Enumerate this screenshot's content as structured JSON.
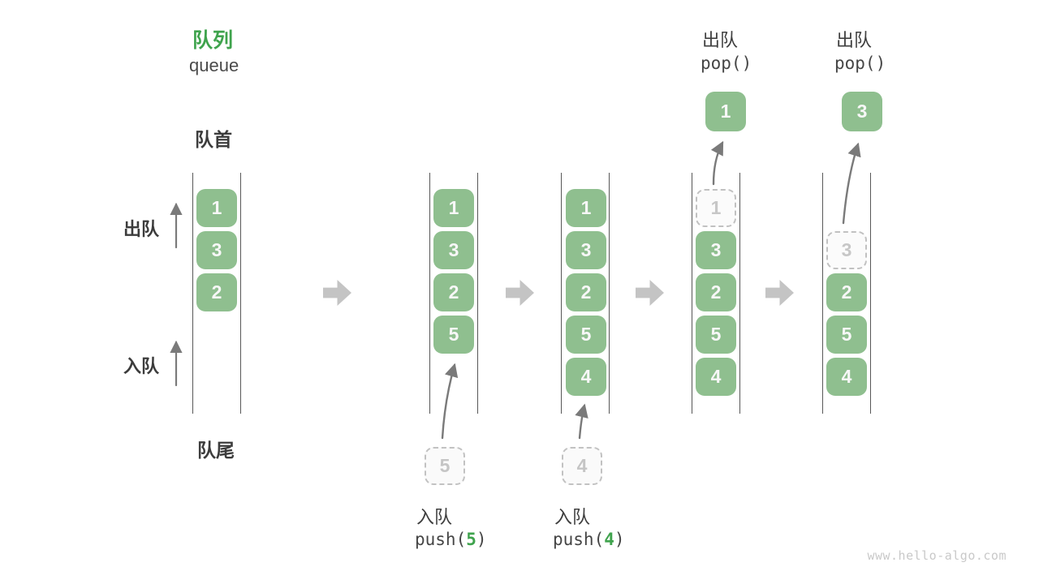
{
  "title": {
    "zh": "队列",
    "en": "queue"
  },
  "side_labels": {
    "front": "队首",
    "rear": "队尾",
    "dequeue": "出队",
    "enqueue": "入队"
  },
  "columns": [
    {
      "cells": [
        {
          "v": "1"
        },
        {
          "v": "3"
        },
        {
          "v": "2"
        }
      ]
    },
    {
      "cells": [
        {
          "v": "1"
        },
        {
          "v": "3"
        },
        {
          "v": "2"
        },
        {
          "v": "5"
        }
      ],
      "incoming": {
        "v": "5"
      }
    },
    {
      "cells": [
        {
          "v": "1"
        },
        {
          "v": "3"
        },
        {
          "v": "2"
        },
        {
          "v": "5"
        },
        {
          "v": "4"
        }
      ],
      "incoming": {
        "v": "4"
      }
    },
    {
      "cells": [
        {
          "v": "1",
          "state": "dashed"
        },
        {
          "v": "3"
        },
        {
          "v": "2"
        },
        {
          "v": "5"
        },
        {
          "v": "4"
        }
      ],
      "outgoing": {
        "v": "1"
      }
    },
    {
      "cells": [
        {
          "v": "3",
          "state": "dashed"
        },
        {
          "v": "2"
        },
        {
          "v": "5"
        },
        {
          "v": "4"
        }
      ],
      "outgoing": {
        "v": "3"
      }
    }
  ],
  "push_ops": [
    {
      "label": "入队",
      "code_before": "push(",
      "arg": "5",
      "code_after": ")"
    },
    {
      "label": "入队",
      "code_before": "push(",
      "arg": "4",
      "code_after": ")"
    }
  ],
  "pop_ops": [
    {
      "label": "出队",
      "code": "pop()"
    },
    {
      "label": "出队",
      "code": "pop()"
    }
  ],
  "watermark": "www.hello-algo.com",
  "colors": {
    "cell_green": "#8FBF8F",
    "accent_green": "#3FA34D",
    "text_dark": "#3C3C3C",
    "rail_line": "#585858",
    "step_arrow_gray": "#C4C4C4",
    "thin_arrow_gray": "#7A7A7A",
    "dashed_border": "#C2C2C2",
    "dashed_text": "#C5C5C5",
    "watermark_gray": "#C9C9C9"
  }
}
